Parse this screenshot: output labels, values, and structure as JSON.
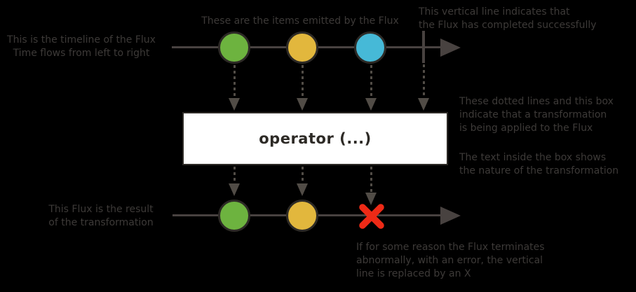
{
  "diagram": {
    "type": "flux-marble-diagram",
    "operator_box": {
      "label": "operator (...)"
    },
    "source_flux": {
      "marbles": [
        "green",
        "yellow",
        "blue"
      ],
      "terminal": "completed"
    },
    "result_flux": {
      "marbles": [
        "green",
        "yellow"
      ],
      "terminal": "error"
    }
  },
  "annotations": {
    "timeline": {
      "lines": [
        "This is the timeline of the Flux",
        "Time flows from left to right"
      ]
    },
    "items": {
      "lines": [
        "These are the items emitted by the Flux"
      ]
    },
    "complete": {
      "lines": [
        "This vertical line indicates that",
        "the Flux has completed successfully"
      ]
    },
    "transformation": {
      "lines": [
        "These dotted lines and this box",
        "indicate that a transformation",
        "is being applied to the Flux"
      ]
    },
    "box_text": {
      "lines": [
        "The text inside the box shows",
        "the nature of the transformation"
      ]
    },
    "result": {
      "lines": [
        "This Flux is the result",
        "of the transformation"
      ]
    },
    "error": {
      "lines": [
        "If for some reason the Flux terminates",
        "abnormally, with an error, the vertical",
        "line is replaced by an X"
      ]
    }
  },
  "colors": {
    "bg": "#000000",
    "text": "#3d3a38",
    "line": "#484240",
    "dotted": "#514c46",
    "marble-border": "#2d2a26",
    "green": "#6db33f",
    "yellow": "#e2b73d",
    "blue": "#46b9d7",
    "red": "#ee2a16",
    "box-bg": "#ffffff",
    "box-border": "#2d2a26",
    "box-text": "#2d2a26"
  }
}
